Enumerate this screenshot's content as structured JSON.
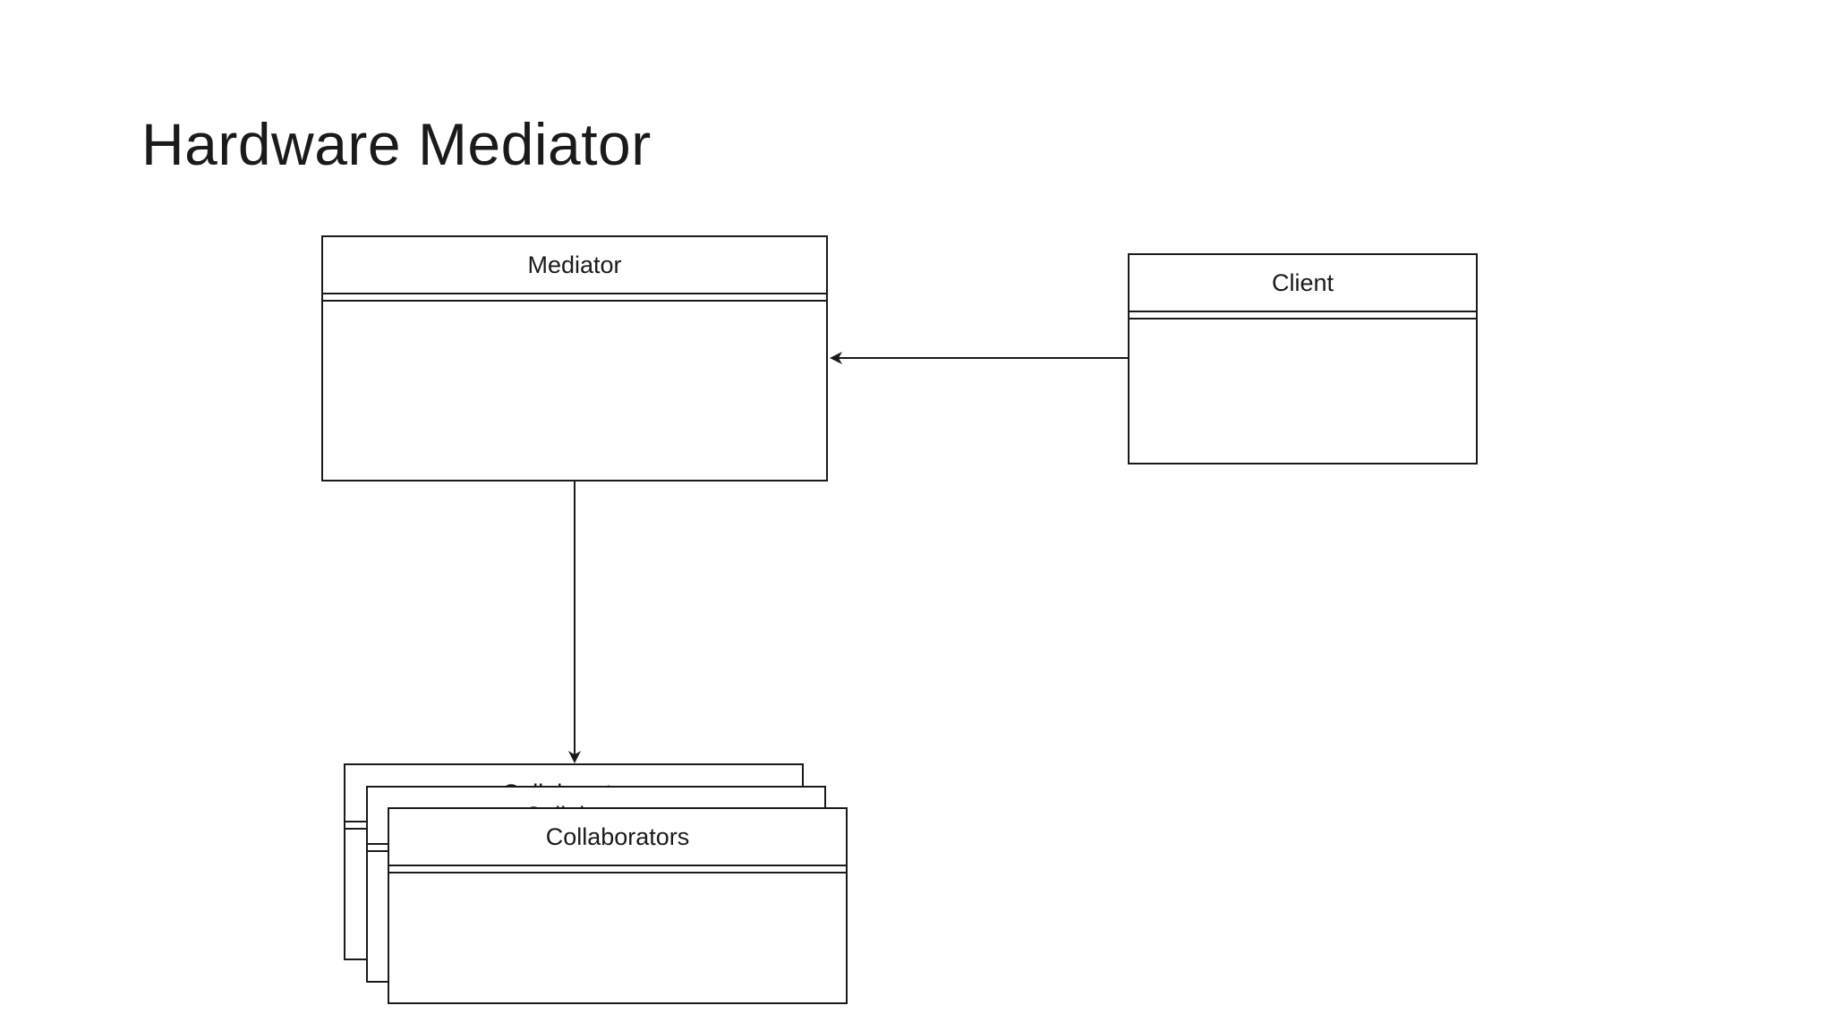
{
  "slide": {
    "title": "Hardware Mediator"
  },
  "diagram": {
    "mediator": {
      "label": "Mediator"
    },
    "client": {
      "label": "Client"
    },
    "collaborators": {
      "back_label": "Collaborators",
      "mid_label": "Collaborators",
      "front_label": "Collaborators"
    },
    "edges": [
      {
        "from": "Client",
        "to": "Mediator",
        "arrow": "filled"
      },
      {
        "from": "Mediator",
        "to": "Collaborators",
        "arrow": "filled"
      }
    ],
    "colors": {
      "stroke": "#1a1a1a",
      "background": "#ffffff"
    }
  }
}
